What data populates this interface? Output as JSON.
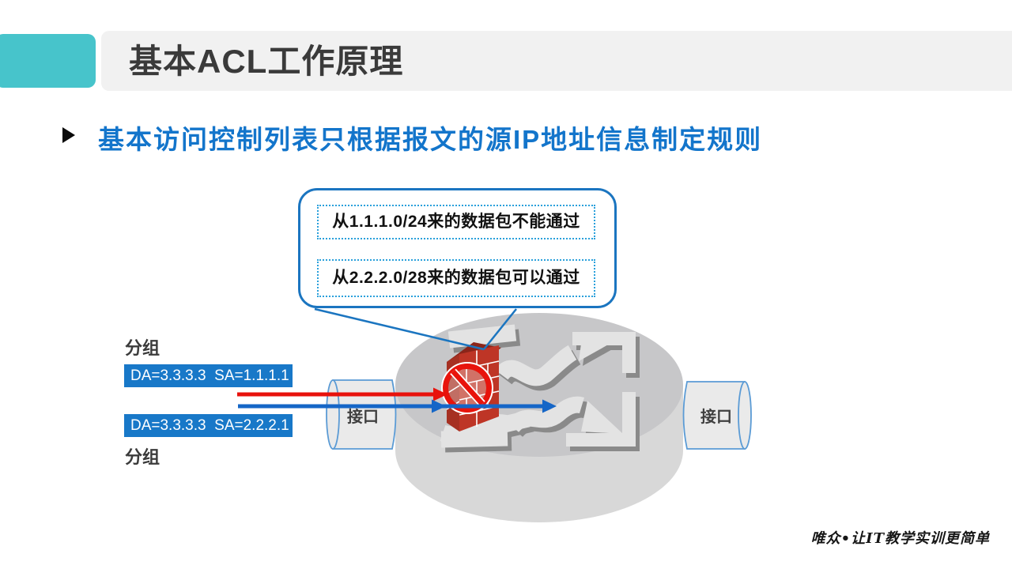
{
  "slide": {
    "title": "基本ACL工作原理",
    "heading": "基本访问控制列表只根据报文的源IP地址信息制定规则",
    "watermark": "唯众•让IT教学实训更简单"
  },
  "callout": {
    "rules": [
      {
        "text": "从1.1.1.0/24来的数据包不能通过"
      },
      {
        "text": "从2.2.2.0/28来的数据包可以通过"
      }
    ]
  },
  "diagram": {
    "packet_label_top": "分组",
    "packet_label_bottom": "分组",
    "packets": [
      {
        "text": "DA=3.3.3.3  SA=1.1.1.1"
      },
      {
        "text": "DA=3.3.3.3  SA=2.2.2.1"
      }
    ],
    "interface_label_left": "接口",
    "interface_label_right": "接口",
    "icons": {
      "bullet": "triangle-right-icon",
      "router": "router-disk-icon",
      "firewall": "firewall-brick-icon",
      "prohibition": "no-entry-icon",
      "blocked_flow": "red-arrow-icon",
      "allowed_flow": "blue-arrow-icon"
    }
  },
  "colors": {
    "accent_teal": "#47C4CB",
    "title_bar_gray": "#F1F1F1",
    "heading_blue": "#1375CB",
    "packet_box_blue": "#1878C8",
    "callout_border_blue": "#1B75C0",
    "dashed_border_blue": "#2AA0DB",
    "arrow_red": "#E8120C",
    "arrow_blue": "#1566C7",
    "firewall_red": "#BE3526",
    "router_gray": "#C7C7C7"
  }
}
